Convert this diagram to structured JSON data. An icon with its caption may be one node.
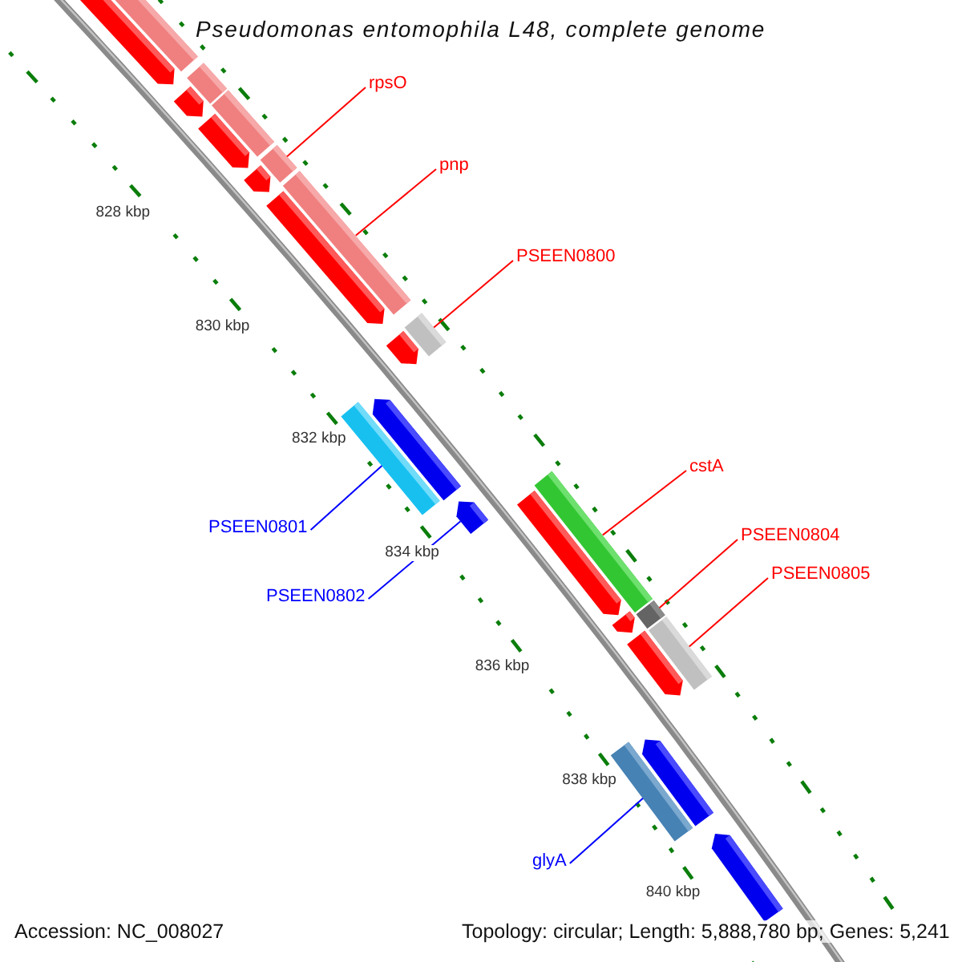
{
  "diagram": {
    "title": "Pseudomonas entomophila L48, complete genome",
    "nodes": [
      {
        "text": [
          "rpsO"
        ]
      },
      {
        "text": [],
        "shape": "bar"
      },
      {
        "text": [
          "pnp"
        ]
      },
      {
        "text": [],
        "shape": "bar"
      },
      {
        "text": [
          "PSEEN0800"
        ]
      },
      {
        "text": [],
        "shape": "bar"
      },
      {
        "text": [
          "PSEEN0801"
        ]
      },
      {
        "text": [],
        "shape": "bar"
      },
      {
        "text": [
          "PSEEN0802"
        ]
      },
      {
        "text": [],
        "shape": "bar"
      },
      {
        "text": [
          "cstA"
        ]
      },
      {
        "text": [],
        "shape": "bar"
      },
      {
        "text": [
          "PSEEN0804"
        ]
      },
      {
        "text": [],
        "shape": "bar"
      },
      {
        "text": [
          "PSEEN0805"
        ]
      },
      {
        "text": [],
        "shape": "bar"
      },
      {
        "text": [
          "glyA"
        ]
      },
      {
        "text": [],
        "shape": "bar"
      },
      {
        "text": [],
        "shape": "bar"
      },
      {
        "text": [],
        "shape": "bar"
      },
      {
        "text": [],
        "shape": "bar"
      },
      {
        "text": [],
        "shape": "bar"
      },
      {
        "text": [],
        "shape": "bar"
      },
      {
        "text": [],
        "shape": "bar"
      },
      {
        "text": [],
        "shape": "bar"
      },
      {
        "text": [],
        "shape": "bar"
      },
      {
        "text": [],
        "shape": "bar"
      },
      {
        "text": [],
        "shape": "bar"
      },
      {
        "text": [],
        "shape": "bar"
      },
      {
        "text": [],
        "shape": "bar"
      },
      {
        "text": [],
        "shape": "bar"
      },
      {
        "text": [],
        "shape": "bar"
      },
      {
        "text": [],
        "shape": "bar"
      }
    ],
    "edges": [
      {
        "from": 0,
        "to": 1,
        "arrow": "none"
      },
      {
        "from": 2,
        "to": 3,
        "arrow": "none"
      },
      {
        "from": 4,
        "to": 5,
        "arrow": "none"
      },
      {
        "from": 6,
        "to": 7,
        "arrow": "none",
        "color": "#0000ff"
      },
      {
        "from": 8,
        "to": 9,
        "arrow": "none",
        "color": "#0000ff"
      },
      {
        "from": 10,
        "to": 11,
        "arrow": "none"
      },
      {
        "from": 12,
        "to": 13,
        "arrow": "none"
      },
      {
        "from": 14,
        "to": 15,
        "arrow": "none"
      },
      {
        "from": 16,
        "to": 17,
        "arrow": "none",
        "color": "#0000ff"
      }
    ],
    "labels": [
      "828 kbp",
      "830 kbp",
      "832 kbp",
      "834 kbp",
      "836 kbp",
      "838 kbp",
      "840 kbp",
      "Accession: NC_008027",
      "Topology: circular; Length: 5,888,780 bp; Genes: 5,241"
    ]
  }
}
